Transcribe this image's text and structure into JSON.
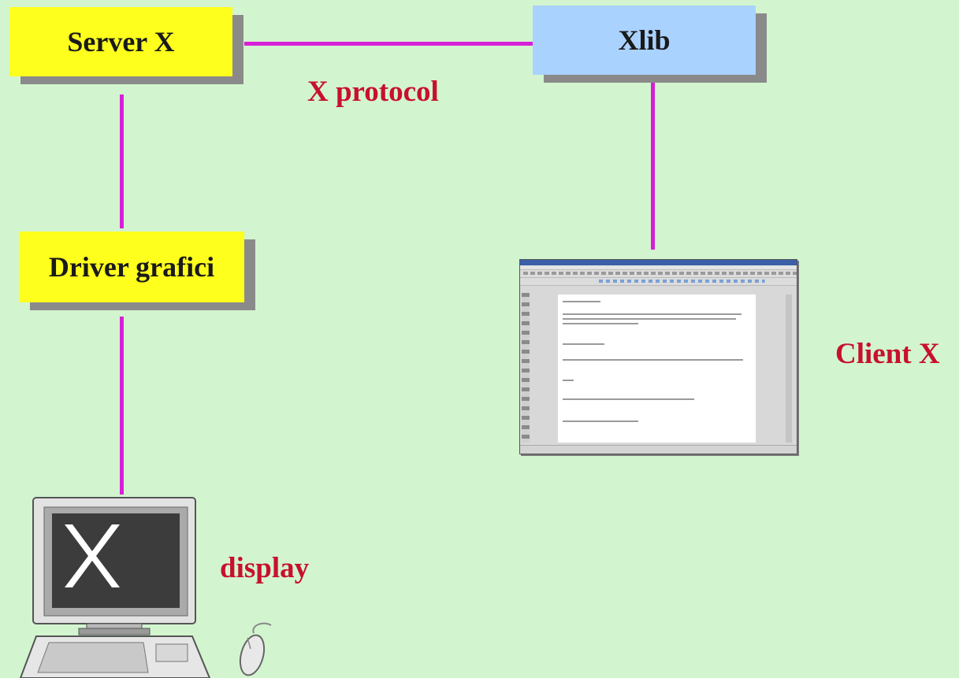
{
  "nodes": {
    "server_x": "Server X",
    "xlib": "Xlib",
    "driver": "Driver grafici"
  },
  "labels": {
    "protocol": "X protocol",
    "client": "Client X",
    "display": "display"
  },
  "colors": {
    "background": "#d2f5cf",
    "connector": "#d81fd8",
    "box_yellow": "#ffff1e",
    "box_blue": "#a9d2ff",
    "label_red": "#c8102e"
  },
  "icons": {
    "computer": "computer-x-icon",
    "mouse": "mouse-icon",
    "client_window": "client-window-screenshot"
  }
}
